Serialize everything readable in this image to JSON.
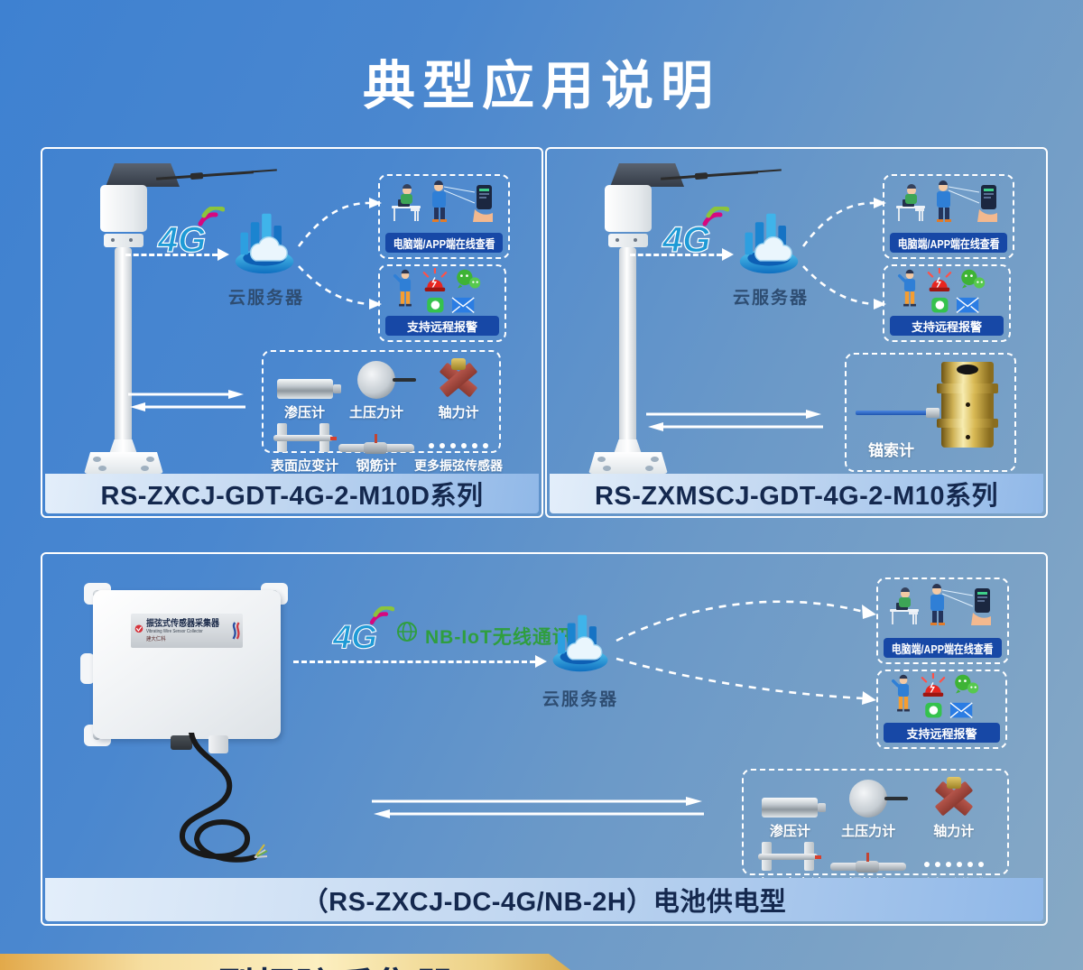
{
  "title": "典型应用说明",
  "labels": {
    "four_g": "4G",
    "cloud": "云服务器",
    "pc_app": "电脑端/APP端在线查看",
    "alarm": "支持远程报警",
    "nbiot": "NB-IoT无线通讯"
  },
  "sensors": [
    "渗压计",
    "土压力计",
    "轴力计",
    "表面应变计",
    "钢筋计",
    "更多振弦传感器"
  ],
  "anchor_sensor": "锚索计",
  "panel1": {
    "series": "RS-ZXCJ-GDT-4G-2-M10D系列"
  },
  "panel2": {
    "series": "RS-ZXMSCJ-GDT-4G-2-M10系列"
  },
  "panel3": {
    "series": "（RS-ZXCJ-DC-4G/NB-2H）电池供电型"
  },
  "device": {
    "title": "振弦式传感器采集器",
    "subtitle": "Vibrating Wire Sensor Collector",
    "brand": "建大仁科"
  },
  "ribbon": {
    "partial_text": "D型振弦采集器"
  },
  "colors": {
    "background_top": "#3e81d1",
    "background_bottom": "#87a9c5",
    "label_blue": "#1748a6",
    "series_text": "#14284e",
    "nbiot_green": "#2f9e3f",
    "ribbon_gold": "#f6e3a8"
  }
}
